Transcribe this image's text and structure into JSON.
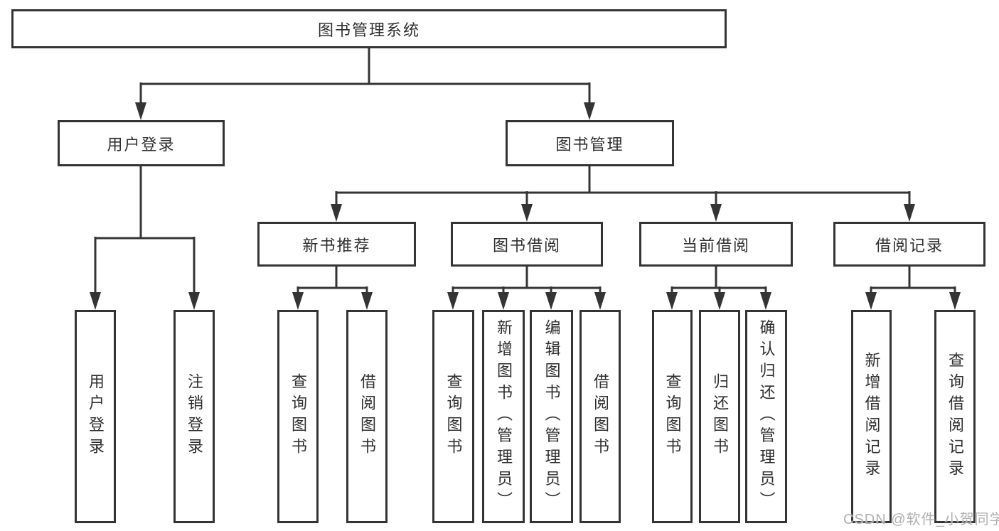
{
  "diagram_type": "hierarchy",
  "nodes": {
    "root": "图书管理系统",
    "branches": [
      {
        "label": "用户登录",
        "children": [
          "用户登录",
          "注销登录"
        ]
      },
      {
        "label": "图书管理",
        "subBranches": [
          {
            "label": "新书推荐",
            "children": [
              "查询图书",
              "借阅图书"
            ]
          },
          {
            "label": "图书借阅",
            "children": [
              "查询图书",
              "新增图书（管理员）",
              "编辑图书（管理员）",
              "借阅图书"
            ]
          },
          {
            "label": "当前借阅",
            "children": [
              "查询图书",
              "归还图书",
              "确认归还（管理员）"
            ]
          },
          {
            "label": "借阅记录",
            "children": [
              "新增借阅记录",
              "查询借阅记录"
            ]
          }
        ]
      }
    ]
  },
  "watermark": "CSDN @软件_小贺同学",
  "colors": {
    "line": "#343434",
    "text": "#2f2f2f",
    "background": "#ffffff",
    "watermark": "#b0b0b0"
  }
}
